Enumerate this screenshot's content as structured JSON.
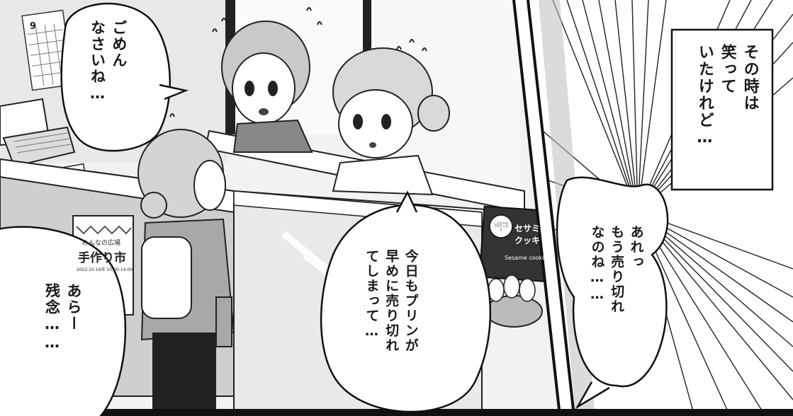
{
  "panel_left": {
    "calendar_month": "9",
    "poster": {
      "top_line": "みんなの広場",
      "title": "手作り市",
      "date_line": "2022.10.16㊐ 10:00-14:00"
    },
    "display_sign": {
      "circle_text": "こだわりのゴマたっぷり",
      "title": "セサミクッキー",
      "subtitle": "Sesame cookie"
    },
    "bubble_sorry": "ごめん\nなさいね…",
    "bubble_pudding": "今日もプリンが\n早めに売り切れ\nてしまって…",
    "bubble_shame": "あらー\n残念……"
  },
  "panel_right": {
    "caption_box": "その時は\n笑って\nいたけれど…",
    "bubble_soldout": "あれっ\nもう売り切れ\nなのね……"
  }
}
